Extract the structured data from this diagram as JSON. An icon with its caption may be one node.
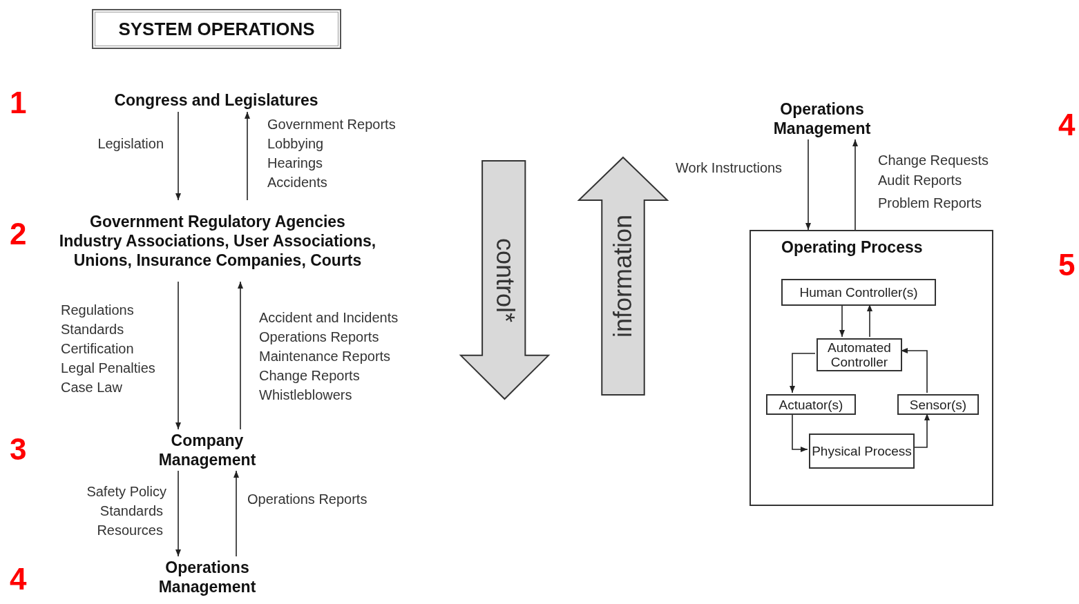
{
  "diagram": {
    "title": "SYSTEM OPERATIONS",
    "nodes": [
      {
        "text": [
          "Congress and Legislatures"
        ]
      },
      {
        "text": [
          "Government Regulatory Agencies Industry Associations, User Associations, Unions, Insurance Companies, Courts"
        ]
      },
      {
        "text": [
          "Company Management"
        ]
      },
      {
        "text": [
          "Operations Management"
        ]
      },
      {
        "text": [
          "control*"
        ]
      },
      {
        "text": [
          "information"
        ]
      },
      {
        "text": [
          "Operations Management"
        ]
      },
      {
        "text": [
          "Operating Process"
        ]
      },
      {
        "text": [
          "Human Controller(s)"
        ],
        "in": 7
      },
      {
        "text": [
          "Automated Controller"
        ],
        "in": 7
      },
      {
        "text": [
          "Actuator(s)"
        ],
        "in": 7
      },
      {
        "text": [
          "Sensor(s)"
        ],
        "in": 7
      },
      {
        "text": [
          "Physical Process"
        ],
        "in": 7
      }
    ],
    "edges": [
      {
        "from": 0,
        "to": 1,
        "arrow": "to"
      },
      {
        "from": 1,
        "to": 0,
        "arrow": "to"
      },
      {
        "from": 1,
        "to": 2,
        "arrow": "to"
      },
      {
        "from": 2,
        "to": 1,
        "arrow": "to"
      },
      {
        "from": 2,
        "to": 3,
        "arrow": "to"
      },
      {
        "from": 3,
        "to": 2,
        "arrow": "to"
      },
      {
        "from": 6,
        "to": 7,
        "arrow": "to"
      },
      {
        "from": 7,
        "to": 6,
        "arrow": "to"
      },
      {
        "from": 8,
        "to": 9,
        "arrow": "to"
      },
      {
        "from": 9,
        "to": 8,
        "arrow": "to"
      },
      {
        "from": 9,
        "to": 10,
        "arrow": "to"
      },
      {
        "from": 10,
        "to": 12,
        "arrow": "to"
      },
      {
        "from": 12,
        "to": 11,
        "arrow": "to"
      },
      {
        "from": 11,
        "to": 9,
        "arrow": "to"
      }
    ],
    "labels": [
      "1",
      "Legislation",
      "Government Reports",
      "Lobbying",
      "Hearings",
      "Accidents",
      "2",
      "Regulations",
      "Standards",
      "Certification",
      "Legal Penalties",
      "Case Law",
      "Accident and Incidents",
      "Operations Reports",
      "Maintenance Reports",
      "Change Reports",
      "Whistleblowers",
      "3",
      "Safety Policy",
      "Standards",
      "Resources",
      "Operations Reports",
      "4",
      "4",
      "Work Instructions",
      "Change Requests",
      "Audit Reports",
      "Problem Reports",
      "5"
    ]
  }
}
